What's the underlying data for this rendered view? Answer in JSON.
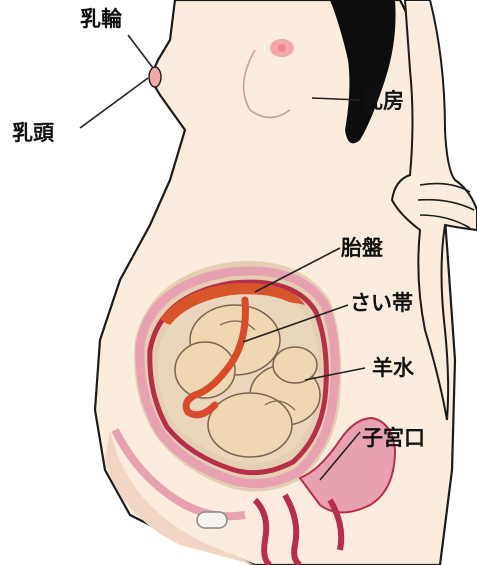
{
  "labels": {
    "nyurin": "乳輪",
    "nyuto": "乳頭",
    "nyubo": "乳房",
    "taiban": "胎盤",
    "saitai": "さい帯",
    "yosui": "羊水",
    "shikyuko": "子宮口"
  },
  "colors": {
    "skin": "#fcecdd",
    "skin_shadow": "#f1d6c4",
    "outline": "#1b1b1b",
    "hair": "#0d0d0d",
    "areola": "#f3a8a8",
    "uterus_wall": "#e8a1b0",
    "uterus_inner": "#b72e4a",
    "placenta": "#d8552c",
    "cord": "#d94a2b",
    "fetus": "#eed7b1",
    "amniotic": "#e4cfb3",
    "leader_line": "#222222"
  }
}
